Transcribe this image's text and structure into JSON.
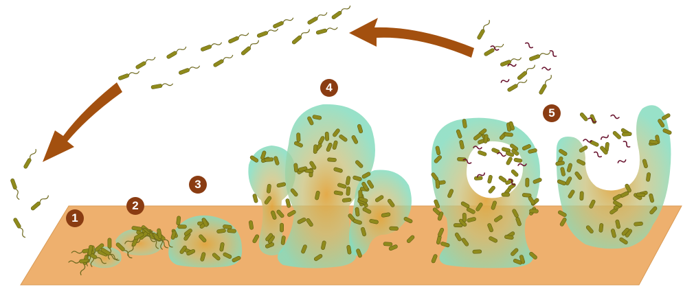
{
  "diagram": {
    "stages": [
      {
        "label": "1"
      },
      {
        "label": "2"
      },
      {
        "label": "3"
      },
      {
        "label": "4"
      },
      {
        "label": "5"
      }
    ]
  },
  "colors": {
    "background": "#ffffff",
    "surface": "#eeb06e",
    "surface_edge": "#d99a55",
    "biofilm": "#86dcbf",
    "biofilm_core": "#e2a640",
    "bacterium": "#8f8a1c",
    "bacterium_outline": "#5f5d12",
    "flagellum": "#6f6a20",
    "dead_cell": "#6a1530",
    "arrow": "#a3500f",
    "label_circle": "#8a3c12",
    "label_text": "#ffffff"
  },
  "icons": {
    "cycle_arrow": "curved-arrow-icon",
    "bacterium": "rod-bacterium-icon"
  }
}
